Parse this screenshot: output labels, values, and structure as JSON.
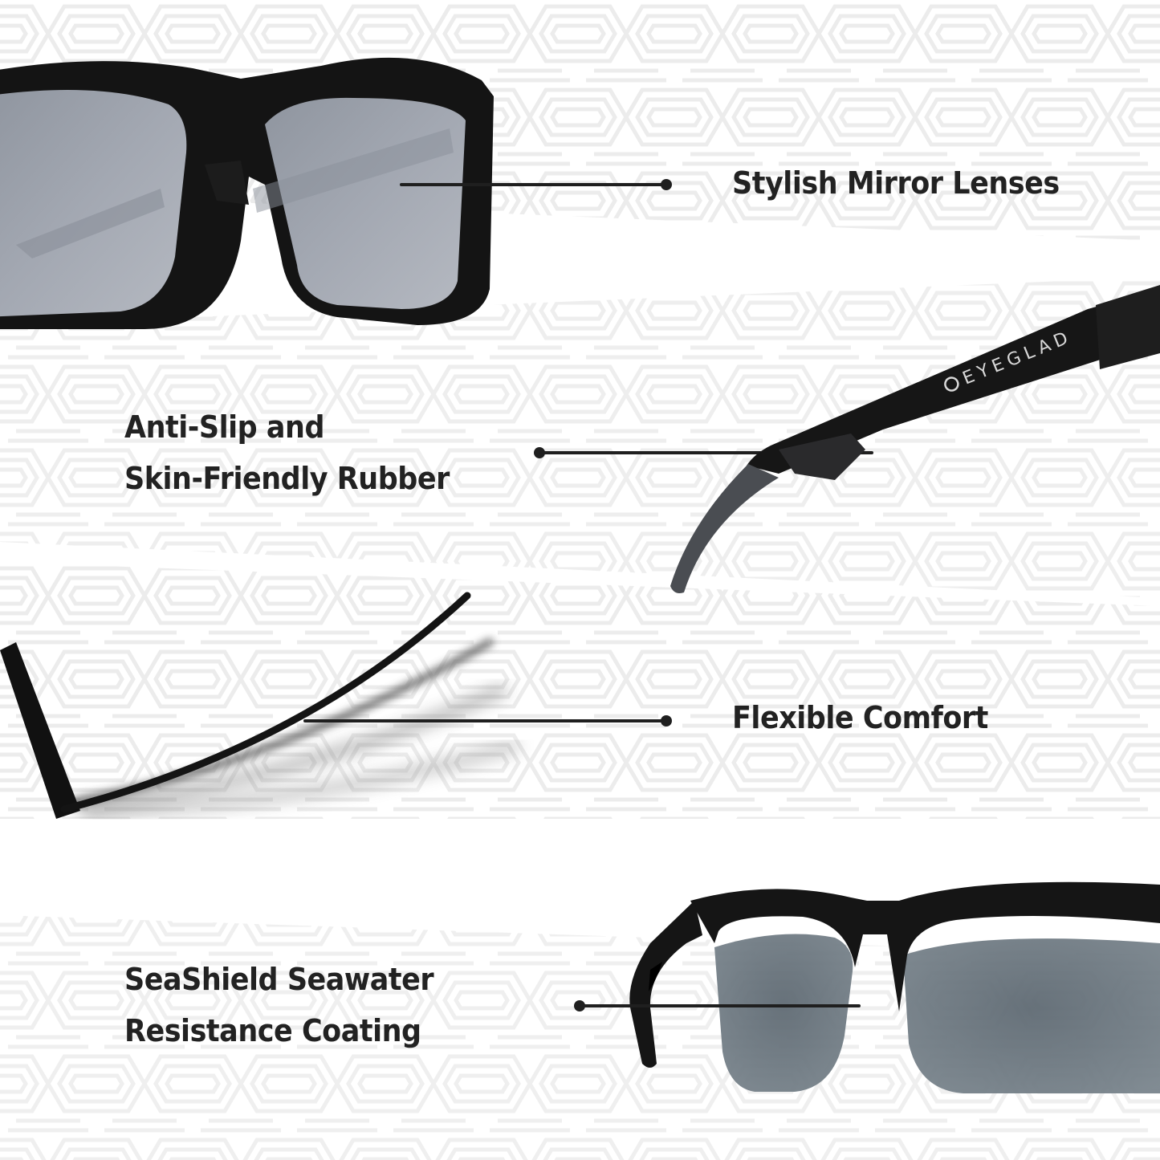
{
  "brand": {
    "name": "EYEGLAD",
    "logo_icon": "eyeglad-logo-icon"
  },
  "features": [
    {
      "id": "mirror-lenses",
      "lines": [
        "Stylish Mirror Lenses"
      ],
      "image": "front-sunglasses-closeup"
    },
    {
      "id": "anti-slip-rubber",
      "lines": [
        "Anti-Slip and",
        "Skin-Friendly Rubber"
      ],
      "image": "temple-arm-with-rubber-tip"
    },
    {
      "id": "flexible-comfort",
      "lines": [
        "Flexible Comfort"
      ],
      "image": "bending-temple-arm"
    },
    {
      "id": "seashield-coating",
      "lines": [
        "SeaShield Seawater",
        "Resistance Coating"
      ],
      "image": "half-rim-frame-with-coated-lenses"
    }
  ],
  "colors": {
    "background": "#ffffff",
    "pattern_line": "#ececec",
    "text": "#222222",
    "callout_line": "#1f1f1f",
    "frame_black": "#141414",
    "lens_mirror": "#9ea3ad",
    "lens_coated": "#6d7780",
    "rubber_tip": "#4a4d52"
  }
}
